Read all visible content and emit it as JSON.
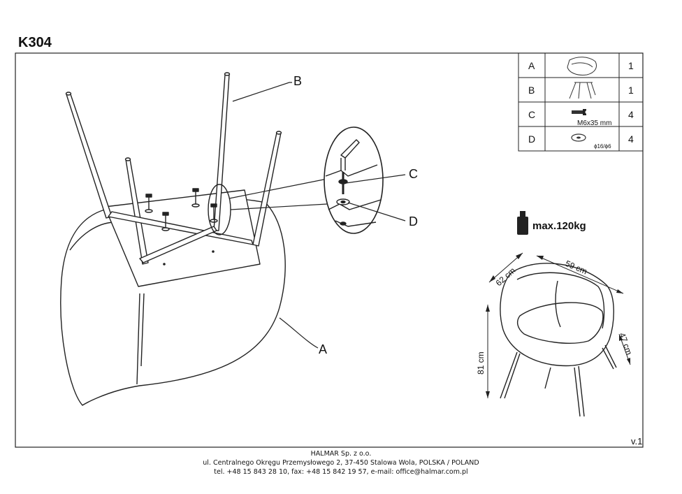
{
  "header": {
    "model": "K304",
    "version": "v.1"
  },
  "parts": [
    {
      "letter": "A",
      "icon": "seat-shell-icon",
      "qty": "1",
      "spec": ""
    },
    {
      "letter": "B",
      "icon": "leg-frame-icon",
      "qty": "1",
      "spec": ""
    },
    {
      "letter": "C",
      "icon": "bolt-icon",
      "qty": "4",
      "spec": "M6x35 mm"
    },
    {
      "letter": "D",
      "icon": "washer-icon",
      "qty": "4",
      "spec": "ϕ16/ϕ6"
    }
  ],
  "callouts": {
    "a": "A",
    "b": "B",
    "c": "C",
    "d": "D"
  },
  "load": {
    "text": "max.120kg",
    "icon": "weight-icon"
  },
  "dimensions": {
    "depth": "62 cm",
    "width": "59 cm",
    "height": "81 cm",
    "seat_height": "47 cm"
  },
  "footer": {
    "company": "HALMAR Sp. z o.o.",
    "address": "ul. Centralnego Okręgu Przemysłowego 2, 37-450 Stalowa Wola, POLSKA / POLAND",
    "contact": "tel. +48 15 843 28 10, fax: +48 15 842 19 57, e-mail: office@halmar.com.pl"
  }
}
